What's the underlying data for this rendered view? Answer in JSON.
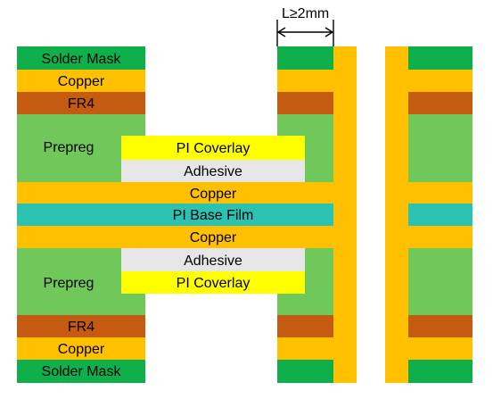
{
  "colors": {
    "solder_mask": "#0fb04b",
    "copper": "#ffc000",
    "fr4": "#c55a11",
    "prepreg": "#70c85a",
    "pi_coverlay": "#ffff00",
    "adhesive": "#e6e6e6",
    "pi_base_film": "#2cc2b2"
  },
  "labels": {
    "solder_mask_top": "Solder Mask",
    "copper_top": "Copper",
    "fr4_top": "FR4",
    "prepreg_top": "Prepreg",
    "pi_coverlay_top": "PI Coverlay",
    "adhesive_top": "Adhesive",
    "copper_mid_top": "Copper",
    "pi_base_film": "PI Base Film",
    "copper_mid_bottom": "Copper",
    "adhesive_bottom": "Adhesive",
    "prepreg_bottom": "Prepreg",
    "pi_coverlay_bottom": "PI Coverlay",
    "fr4_bottom": "FR4",
    "copper_bottom": "Copper",
    "solder_mask_bottom": "Solder Mask"
  },
  "dimension": {
    "label": "L≥2mm"
  }
}
